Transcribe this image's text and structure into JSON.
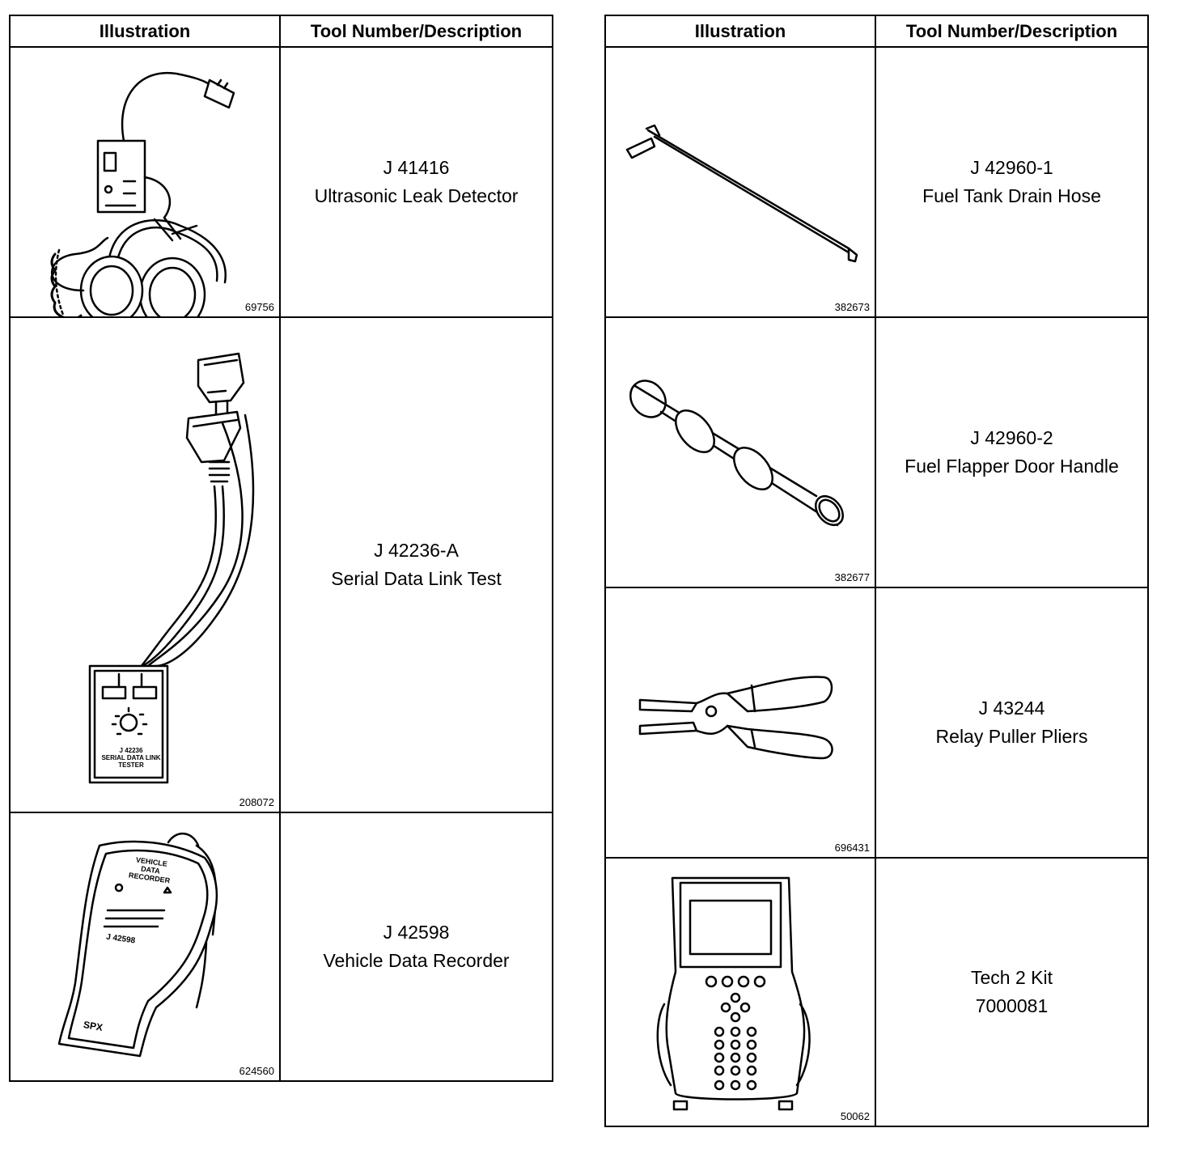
{
  "left_table": {
    "headers": [
      "Illustration",
      "Tool Number/Description"
    ],
    "rows": [
      {
        "fig": "69756",
        "tool_number": "J 41416",
        "description": "Ultrasonic Leak Detector",
        "icon": "ultrasonic-leak-detector-icon"
      },
      {
        "fig": "208072",
        "tool_number": "J 42236-A",
        "description": "Serial Data Link Test",
        "icon": "serial-data-link-tester-icon"
      },
      {
        "fig": "624560",
        "tool_number": "J 42598",
        "description": "Vehicle Data Recorder",
        "icon": "vehicle-data-recorder-icon"
      }
    ]
  },
  "right_table": {
    "headers": [
      "Illustration",
      "Tool Number/Description"
    ],
    "rows": [
      {
        "fig": "382673",
        "tool_number": "J 42960-1",
        "description": "Fuel Tank Drain Hose",
        "icon": "drain-hose-icon"
      },
      {
        "fig": "382677",
        "tool_number": "J 42960-2",
        "description": "Fuel Flapper Door Handle",
        "icon": "flapper-door-handle-icon"
      },
      {
        "fig": "696431",
        "tool_number": "J 43244",
        "description": "Relay Puller Pliers",
        "icon": "relay-puller-pliers-icon"
      },
      {
        "fig": "50062",
        "tool_number": "Tech 2 Kit",
        "description": "7000081",
        "icon": "tech2-scan-tool-icon"
      }
    ]
  },
  "illustration_text": {
    "serial_tester_label": [
      "J 42236",
      "SERIAL DATA LINK",
      "TESTER"
    ],
    "recorder_label": [
      "VEHICLE",
      "DATA",
      "RECORDER",
      "J 42598",
      "SPX"
    ]
  }
}
